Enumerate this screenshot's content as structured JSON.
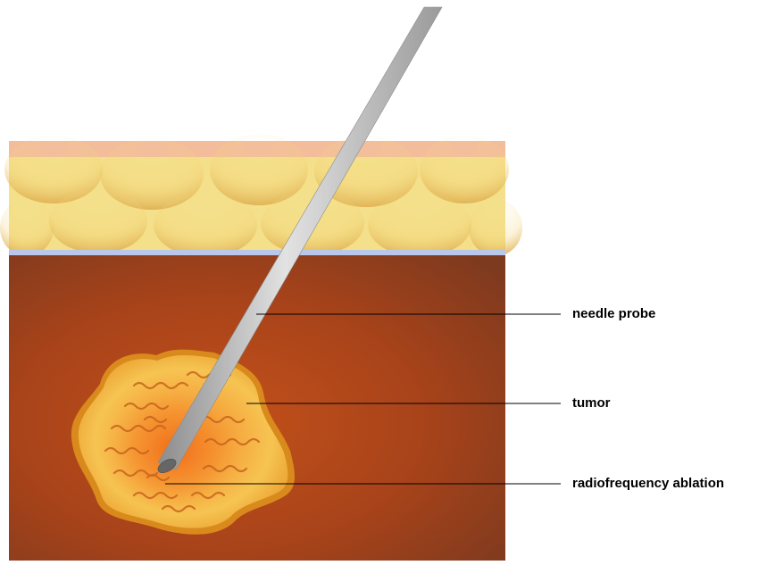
{
  "labels": {
    "needle_probe": "needle probe",
    "tumor": "tumor",
    "ablation": "radiofrequency ablation"
  },
  "colors": {
    "skin": "#f3bd9c",
    "fat": "#f4e08a",
    "fascia": "#b9c7ea",
    "tissue": "#8a3f1f",
    "tissue_glow": "#b84716",
    "tumor": "#f4b845",
    "ablation_glow": "#f0701c",
    "needle": "#bdbdbd",
    "leader_line": "#000000"
  },
  "icons": [
    "needle-probe",
    "tumor",
    "ablation-waves"
  ]
}
